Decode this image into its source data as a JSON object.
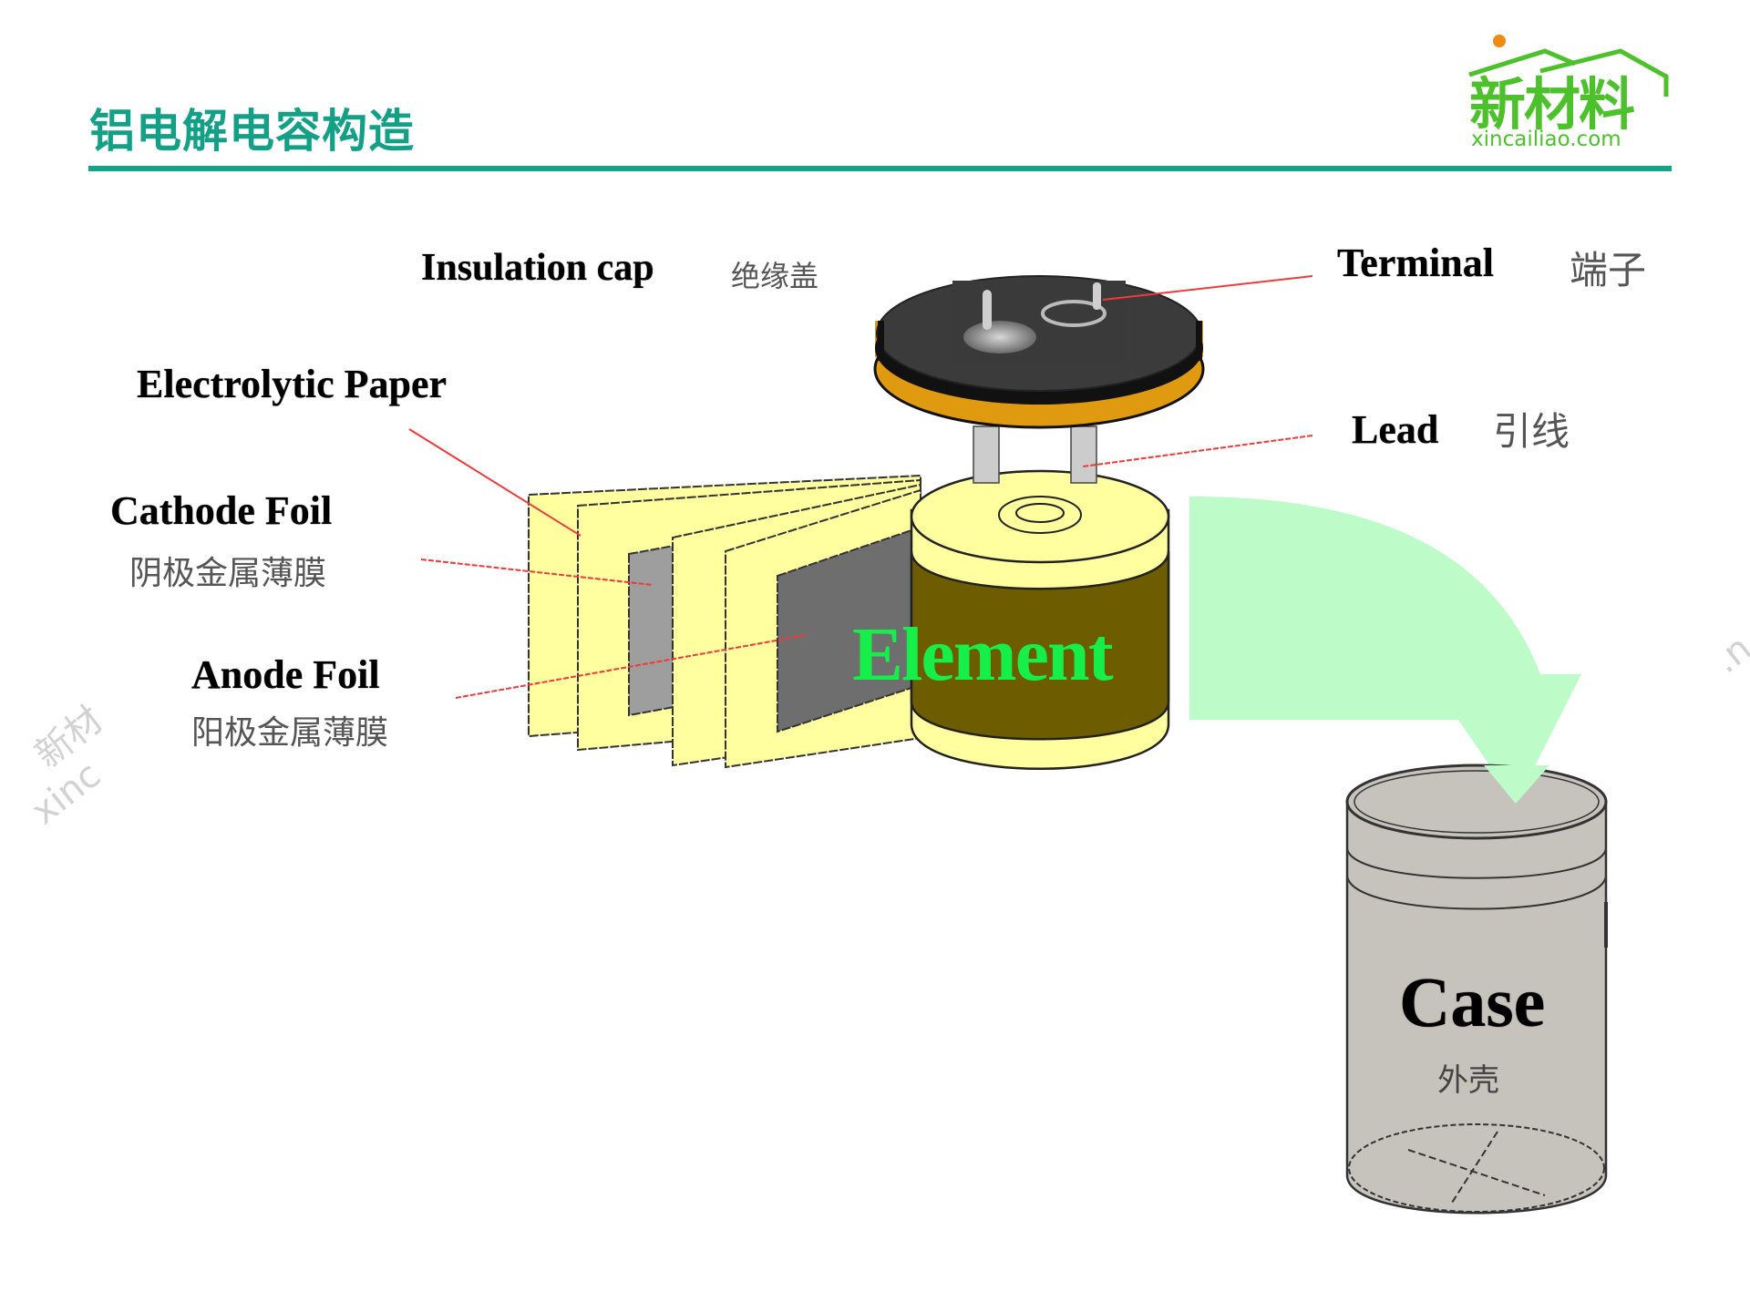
{
  "page": {
    "title": "铝电解电容构造",
    "accent_color": "#15a388"
  },
  "logo": {
    "name_cn": "新材料",
    "domain": "xincailiao.com",
    "brand_color": "#4cc12c",
    "sun_color": "#f08a10"
  },
  "watermark": {
    "left_cn": "新材",
    "left_en": "xinc",
    "right_en": ".n",
    "color": "#d2d2d2"
  },
  "diagram": {
    "parts": {
      "insulation_cap": {
        "en": "Insulation cap",
        "cn": "绝缘盖"
      },
      "terminal": {
        "en": "Terminal",
        "cn": "端子"
      },
      "lead": {
        "en": "Lead",
        "cn": "引线"
      },
      "electrolytic_paper": {
        "en": "Electrolytic Paper"
      },
      "cathode_foil": {
        "en": "Cathode Foil",
        "cn": "阴极金属薄膜"
      },
      "anode_foil": {
        "en": "Anode Foil",
        "cn": "阳极金属薄膜"
      },
      "element": {
        "en": "Element"
      },
      "case": {
        "en": "Case",
        "cn": "外壳"
      }
    },
    "colors": {
      "paper": "#ffff9f",
      "cathode_foil": "#9e9e9e",
      "anode_foil": "#6e6e6e",
      "element_body": "#6e5d00",
      "element_label": "#16ef4a",
      "cap_top": "#3b3b3b",
      "cap_band": "#e09a10",
      "lead": "#cccccc",
      "arrow": "#bdfcc8",
      "case": "#c6c3bd",
      "leader_line": "#ee3a3a"
    }
  }
}
